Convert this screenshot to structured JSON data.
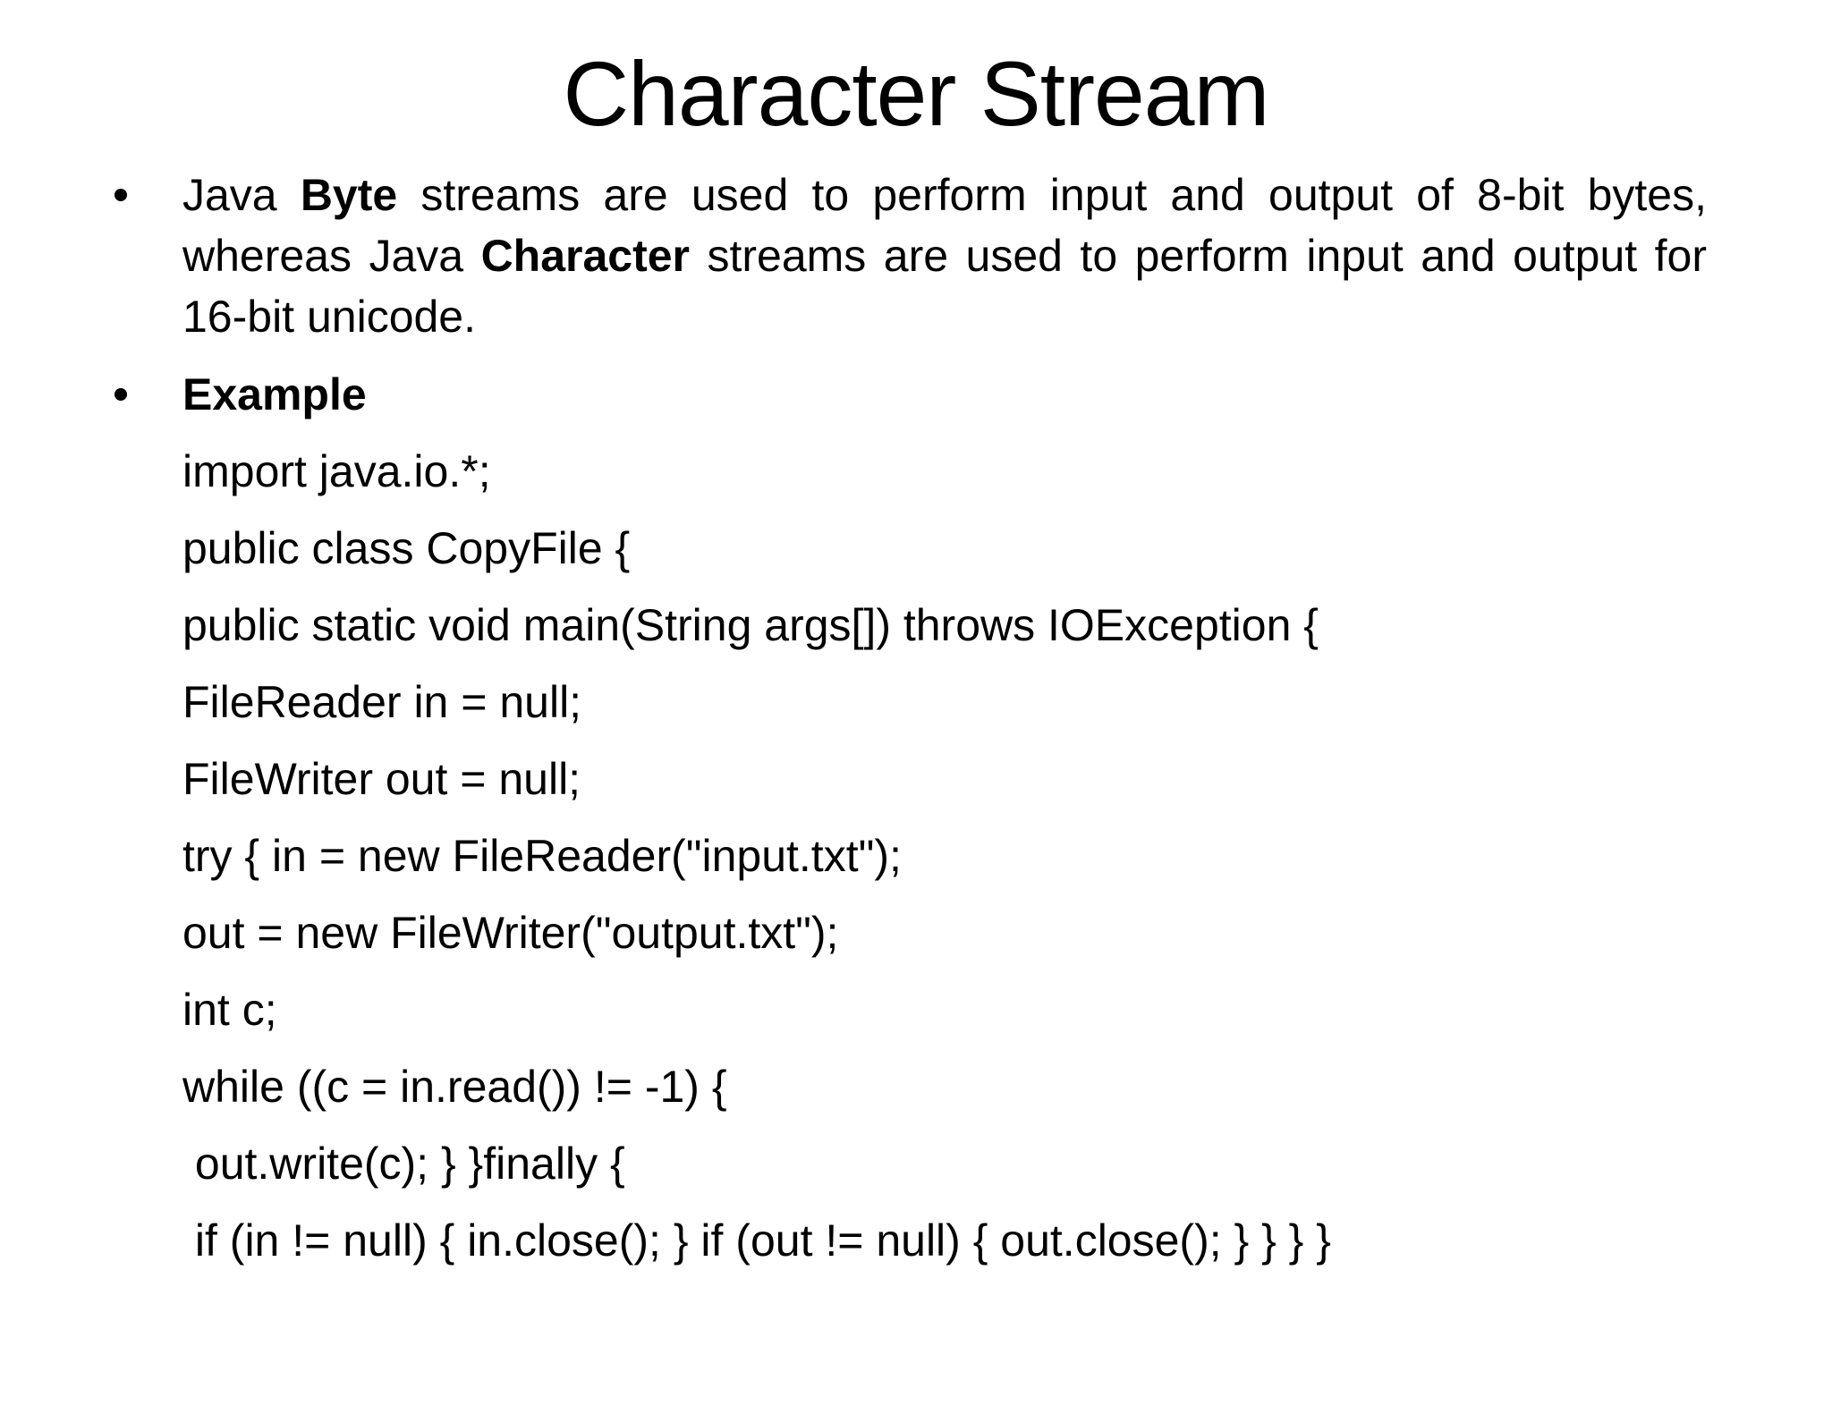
{
  "colors": {
    "background": "#ffffff",
    "text": "#000000"
  },
  "slide": {
    "title": "Character Stream",
    "bullet1": {
      "lines": [
        {
          "segments": [
            {
              "t": "Java "
            },
            {
              "t": "Byte",
              "bold": true
            },
            {
              "t": " streams are used to perform input and output of 8-bit bytes,"
            }
          ]
        },
        {
          "segments": [
            {
              "t": "whereas Java "
            },
            {
              "t": "Character",
              "bold": true
            },
            {
              "t": " streams are used to perform input and output for"
            }
          ]
        },
        {
          "segments": [
            {
              "t": "16-bit unicode."
            }
          ]
        }
      ]
    },
    "bullet2": {
      "label": "Example"
    },
    "code_lines": [
      "import java.io.*;",
      "public class CopyFile {",
      "public static void main(String args[]) throws IOException {",
      "FileReader in = null;",
      "FileWriter out = null;",
      "try { in = new FileReader(\"input.txt\");",
      "out = new FileWriter(\"output.txt\");",
      "int c;",
      "while ((c = in.read()) != -1) {",
      " out.write(c); } }finally {",
      " if (in != null) { in.close(); } if (out != null) { out.close(); } } } }"
    ]
  }
}
